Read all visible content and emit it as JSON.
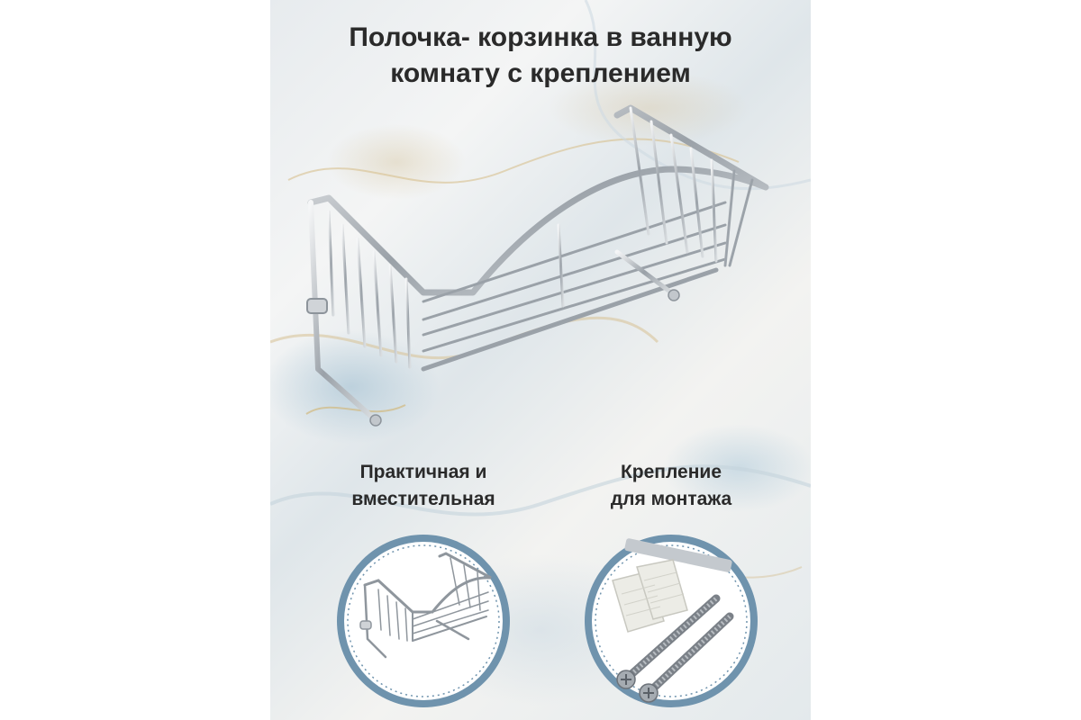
{
  "title": {
    "line1": "Полочка- корзинка в ванную",
    "line2": "комнату с креплением"
  },
  "features": [
    {
      "line1": "Практичная и",
      "line2": "вместительная",
      "icon": "basket-thumbnail"
    },
    {
      "line1": "Крепление",
      "line2": "для монтажа",
      "icon": "screws-and-dowels"
    }
  ],
  "colors": {
    "text": "#2a2a2a",
    "circle_ring": "#6f93ad",
    "chrome": "#b9bec4",
    "background": "#ffffff"
  }
}
